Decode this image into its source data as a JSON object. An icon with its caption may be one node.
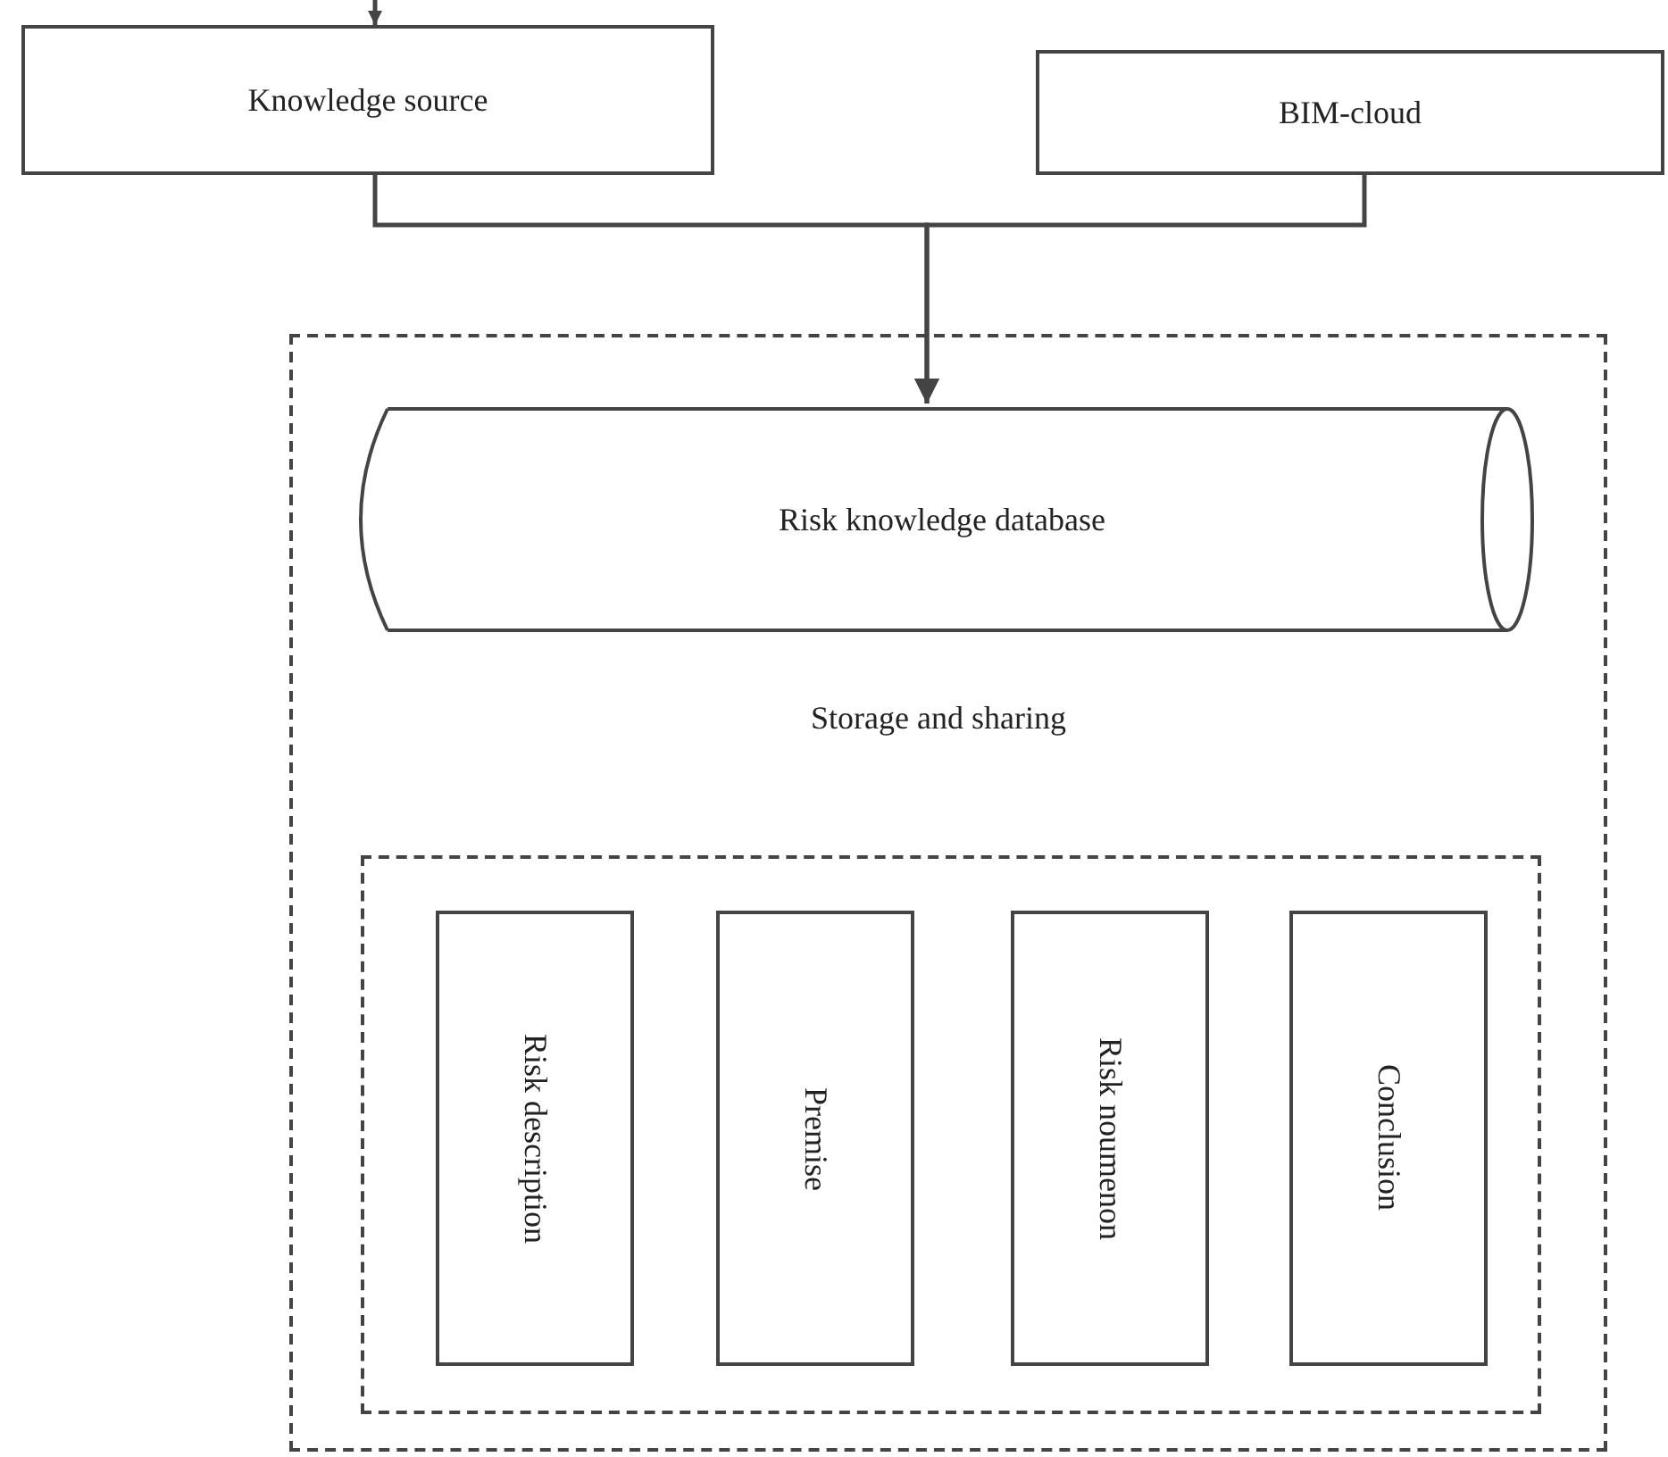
{
  "diagram": {
    "nodes": [
      {
        "text": [
          "Knowledge source"
        ]
      },
      {
        "text": [
          "BIM-cloud"
        ]
      },
      {
        "text": [
          "Storage and sharing"
        ]
      },
      {
        "text": [
          "Risk knowledge database"
        ],
        "in": 2
      },
      {
        "text": [],
        "shape": "box",
        "in": 2
      },
      {
        "text": [
          "Risk description"
        ],
        "in": 4
      },
      {
        "text": [
          "Premise"
        ],
        "in": 4
      },
      {
        "text": [
          "Risk noumenon"
        ],
        "in": 4
      },
      {
        "text": [
          "Conclusion"
        ],
        "in": 4
      }
    ],
    "edges": [
      {
        "from": 0,
        "to": 3,
        "arrow": "to"
      },
      {
        "from": 1,
        "to": 3,
        "arrow": "to"
      },
      {
        "from": null,
        "to": 0,
        "arrow": "to"
      }
    ]
  }
}
